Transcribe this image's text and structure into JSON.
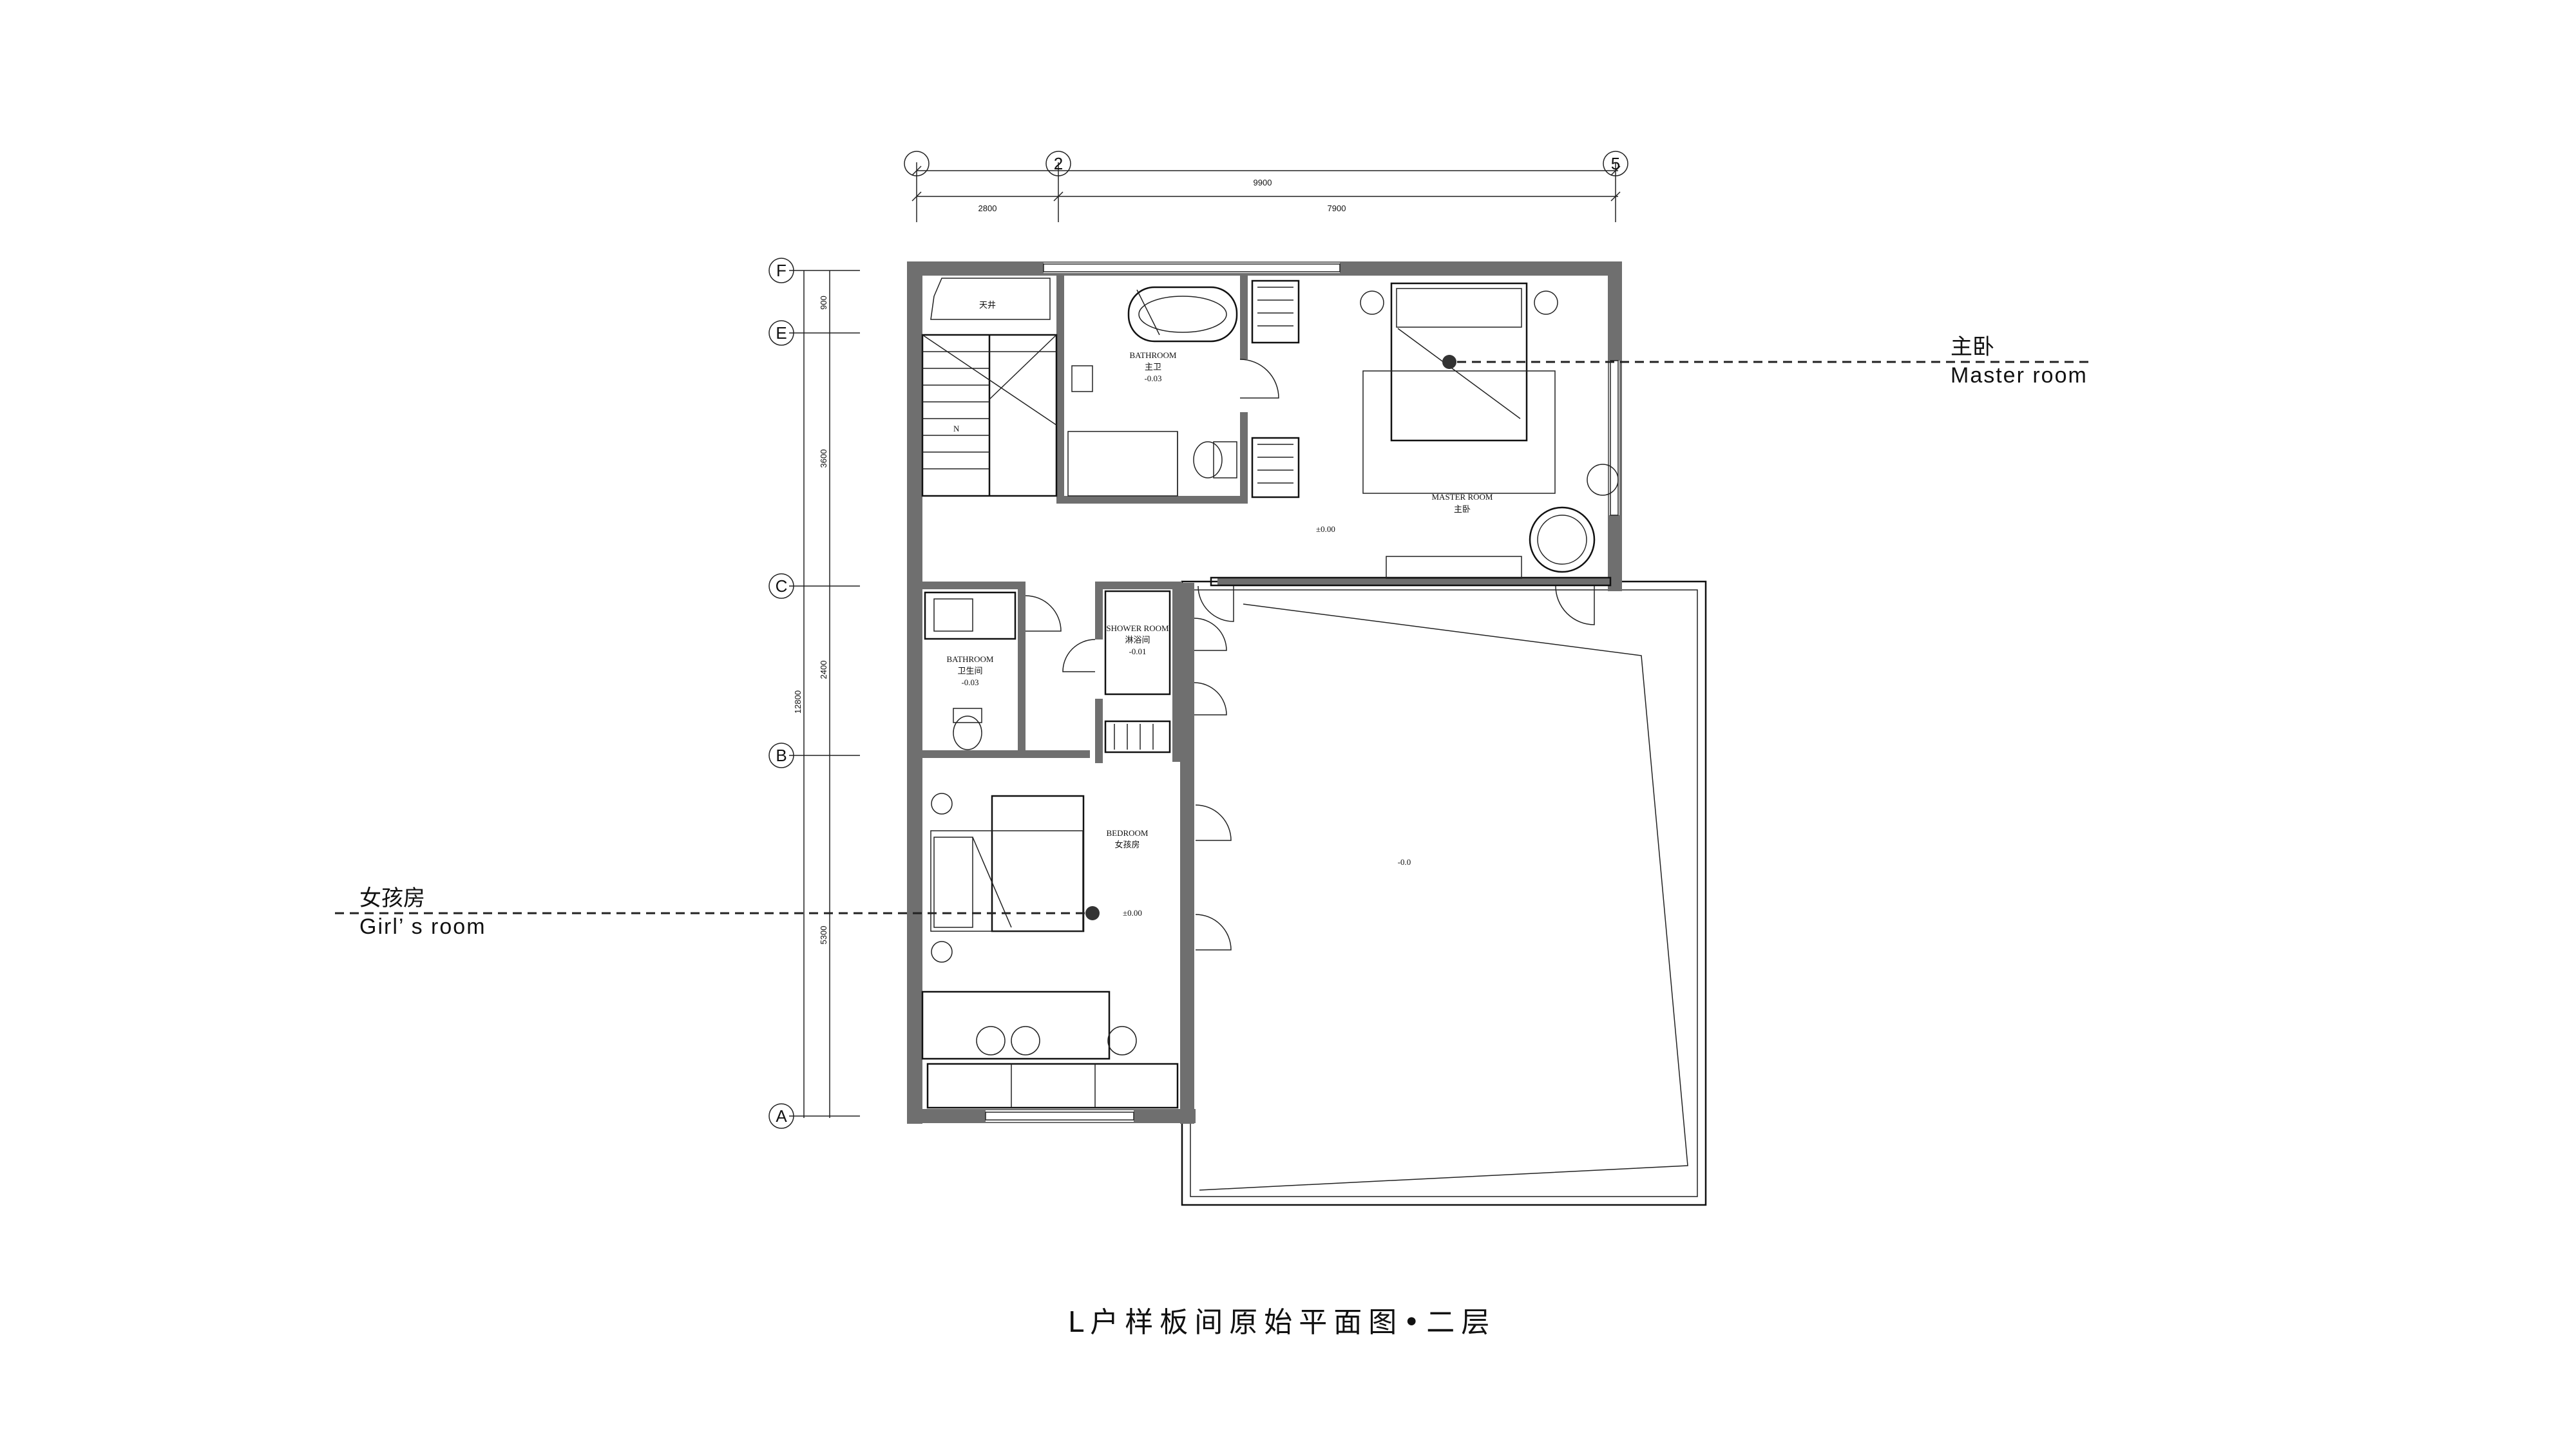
{
  "axes": {
    "columns": [
      {
        "id": "col-1",
        "label": ""
      },
      {
        "id": "col-2",
        "label": "2"
      },
      {
        "id": "col-5",
        "label": "5"
      }
    ],
    "rows": [
      {
        "id": "row-f",
        "label": "F"
      },
      {
        "id": "row-e",
        "label": "E"
      },
      {
        "id": "row-c",
        "label": "C"
      },
      {
        "id": "row-b",
        "label": "B"
      },
      {
        "id": "row-a",
        "label": "A"
      }
    ]
  },
  "dimensions": {
    "top_total": "9900",
    "top_left": "2800",
    "top_right": "7900",
    "left_fe": "900",
    "left_ec": "3600",
    "left_cb": "2400",
    "left_ca_total": "12800",
    "left_ba": "5300"
  },
  "rooms": {
    "skylight": "天井",
    "master_bath_en": "BATHROOM",
    "master_bath_cn": "主卫",
    "master_bath_level": "-0.03",
    "master_room_en": "MASTER ROOM",
    "master_room_cn": "主卧",
    "master_level": "±0.00",
    "shower_en": "SHOWER ROOM",
    "shower_cn": "淋浴间",
    "shower_level": "-0.01",
    "bath2_en": "BATHROOM",
    "bath2_cn": "卫生间",
    "bath2_level": "-0.03",
    "bedroom_en": "BEDROOM",
    "bedroom_cn": "女孩房",
    "bedroom_level": "±0.00",
    "terrace_level": "-0.0"
  },
  "callouts": {
    "master_cn": "主卧",
    "master_en": "Master  room",
    "girl_cn": "女孩房",
    "girl_en": "Girl’ s  room"
  },
  "title": "L户样板间原始平面图•二层",
  "colors": {
    "wall": "#6f6f6f",
    "line": "#111111",
    "background": "#ffffff"
  }
}
